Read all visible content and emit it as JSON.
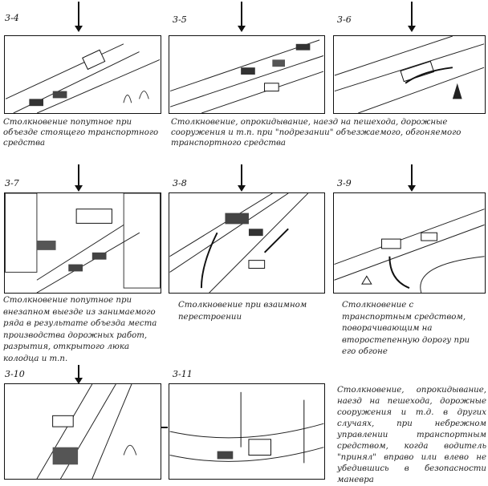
{
  "panels": [
    {
      "id": "3-4",
      "caption": "Столкновение попутное при объезде стоящего транспортного средства"
    },
    {
      "id": "3-5",
      "caption": "Столкновение, опрокидывание, наезд на пешехода, дорожные сооружения и т.п. при \"подрезании\" объезжаемого, обгоняемого транспортного средства"
    },
    {
      "id": "3-6",
      "caption": ""
    },
    {
      "id": "3-7",
      "caption": "Столкновение попутное при внезапном выезде из занимаемого ряда в результате объезда места производства дорожных работ, разрытия, открытого люка колодца и т.п."
    },
    {
      "id": "3-8",
      "caption": "Столкновение при взаимном перестроении"
    },
    {
      "id": "3-9",
      "caption": "Столкновение с транспортным средством, поворачивающим на второстепенную дорогу при его обгоне"
    },
    {
      "id": "3-10",
      "caption": ""
    },
    {
      "id": "3-11",
      "caption": ""
    }
  ],
  "side_note": "Столкновение, опрокидывание, наезд на пешехода, дорожные сооружения и т.д. в других случаях, при небрежном управлении транспортным средством, когда водитель \"принял\" вправо или влево не убедившись в безопасности маневра"
}
